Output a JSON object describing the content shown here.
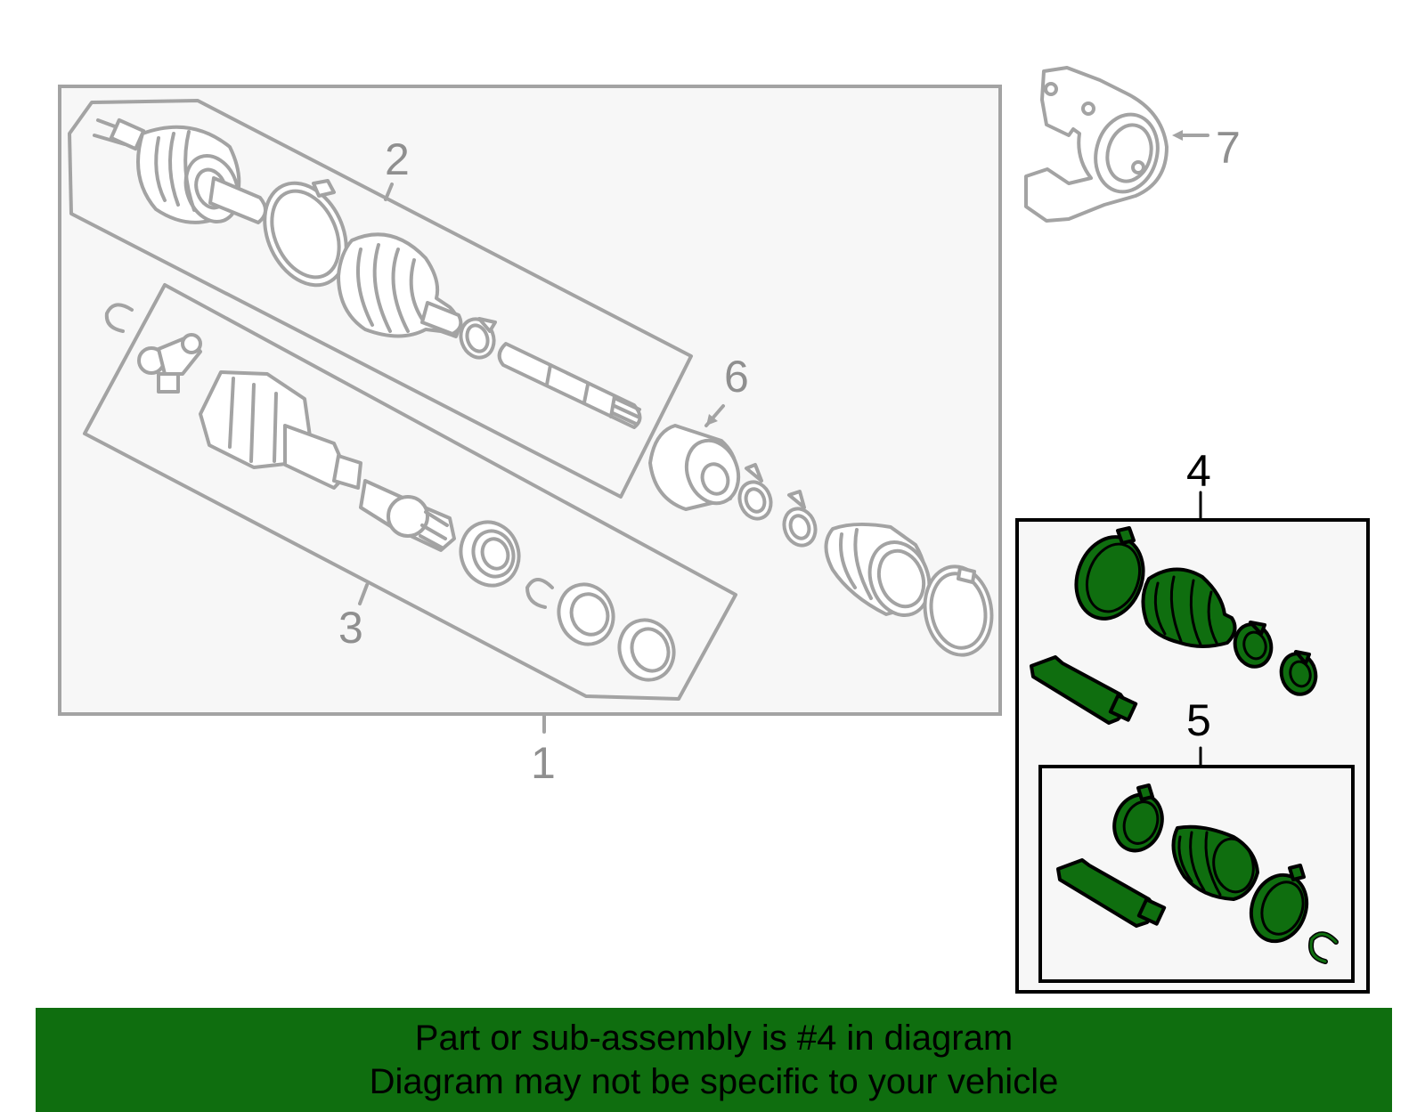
{
  "callouts": {
    "c1": "1",
    "c2": "2",
    "c3": "3",
    "c4": "4",
    "c5": "5",
    "c6": "6",
    "c7": "7"
  },
  "banner": {
    "line1": "Part or sub-assembly is #4 in diagram",
    "line2": "Diagram may not be specific to your vehicle"
  },
  "colors": {
    "highlight": "#0f6e0f",
    "outline_grey": "#a3a3a3",
    "panel_bg": "#f7f7f7"
  }
}
